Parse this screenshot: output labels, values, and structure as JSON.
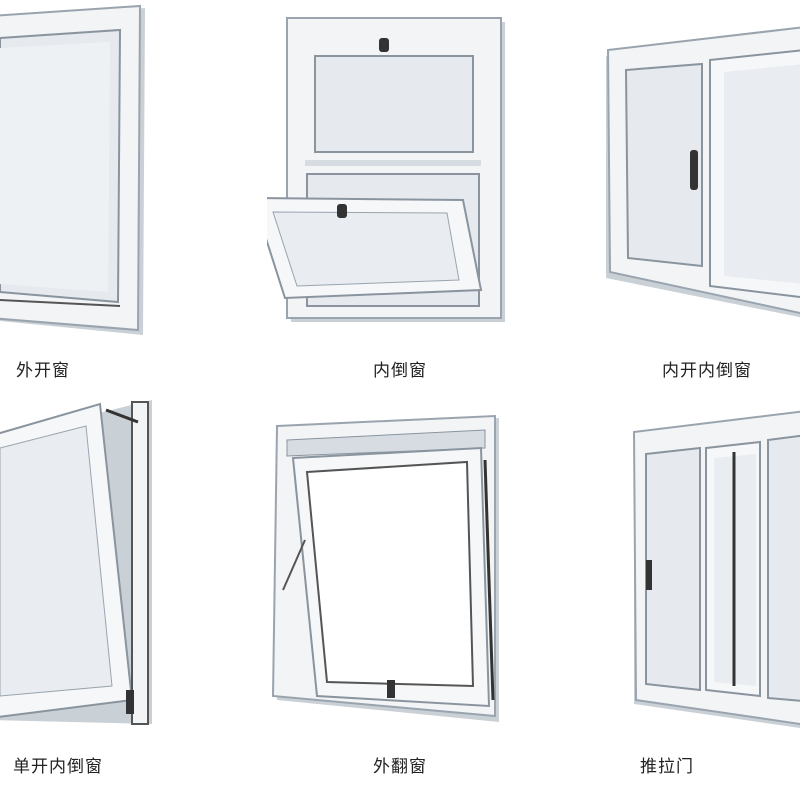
{
  "windows": [
    {
      "caption": "外开窗"
    },
    {
      "caption": "内倒窗"
    },
    {
      "caption": "内开内倒窗"
    },
    {
      "caption": "单开内倒窗"
    },
    {
      "caption": "外翻窗"
    },
    {
      "caption": "推拉门"
    }
  ],
  "colors": {
    "frame": "#f2f4f6",
    "frame_edge": "#9aa4ae",
    "glass": "#e6eaee",
    "shadow": "#c9d0d6",
    "hardware": "#333333"
  }
}
